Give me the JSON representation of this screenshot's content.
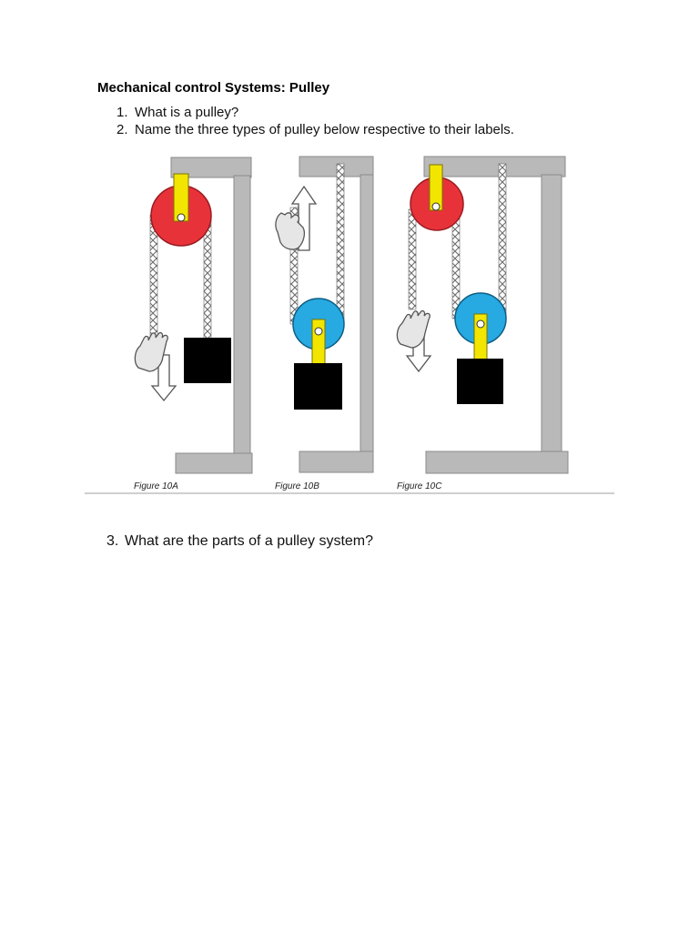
{
  "document": {
    "title": "Mechanical control Systems: Pulley",
    "questions": [
      {
        "number": "1.",
        "text": "What is a pulley?"
      },
      {
        "number": "2.",
        "text": "Name the three types of pulley below respective to their labels."
      },
      {
        "number": "3.",
        "text": "What are the parts of a pulley system?"
      }
    ]
  },
  "figures": {
    "labels": [
      "Figure 10A",
      "Figure 10B",
      "Figure 10C"
    ]
  },
  "colors": {
    "frame": "#b9b9b9",
    "fixed_pulley": "#e8323a",
    "movable_pulley": "#27a9e1",
    "bracket": "#f2e600",
    "load": "#000000",
    "hand": "#e6e6e6"
  }
}
